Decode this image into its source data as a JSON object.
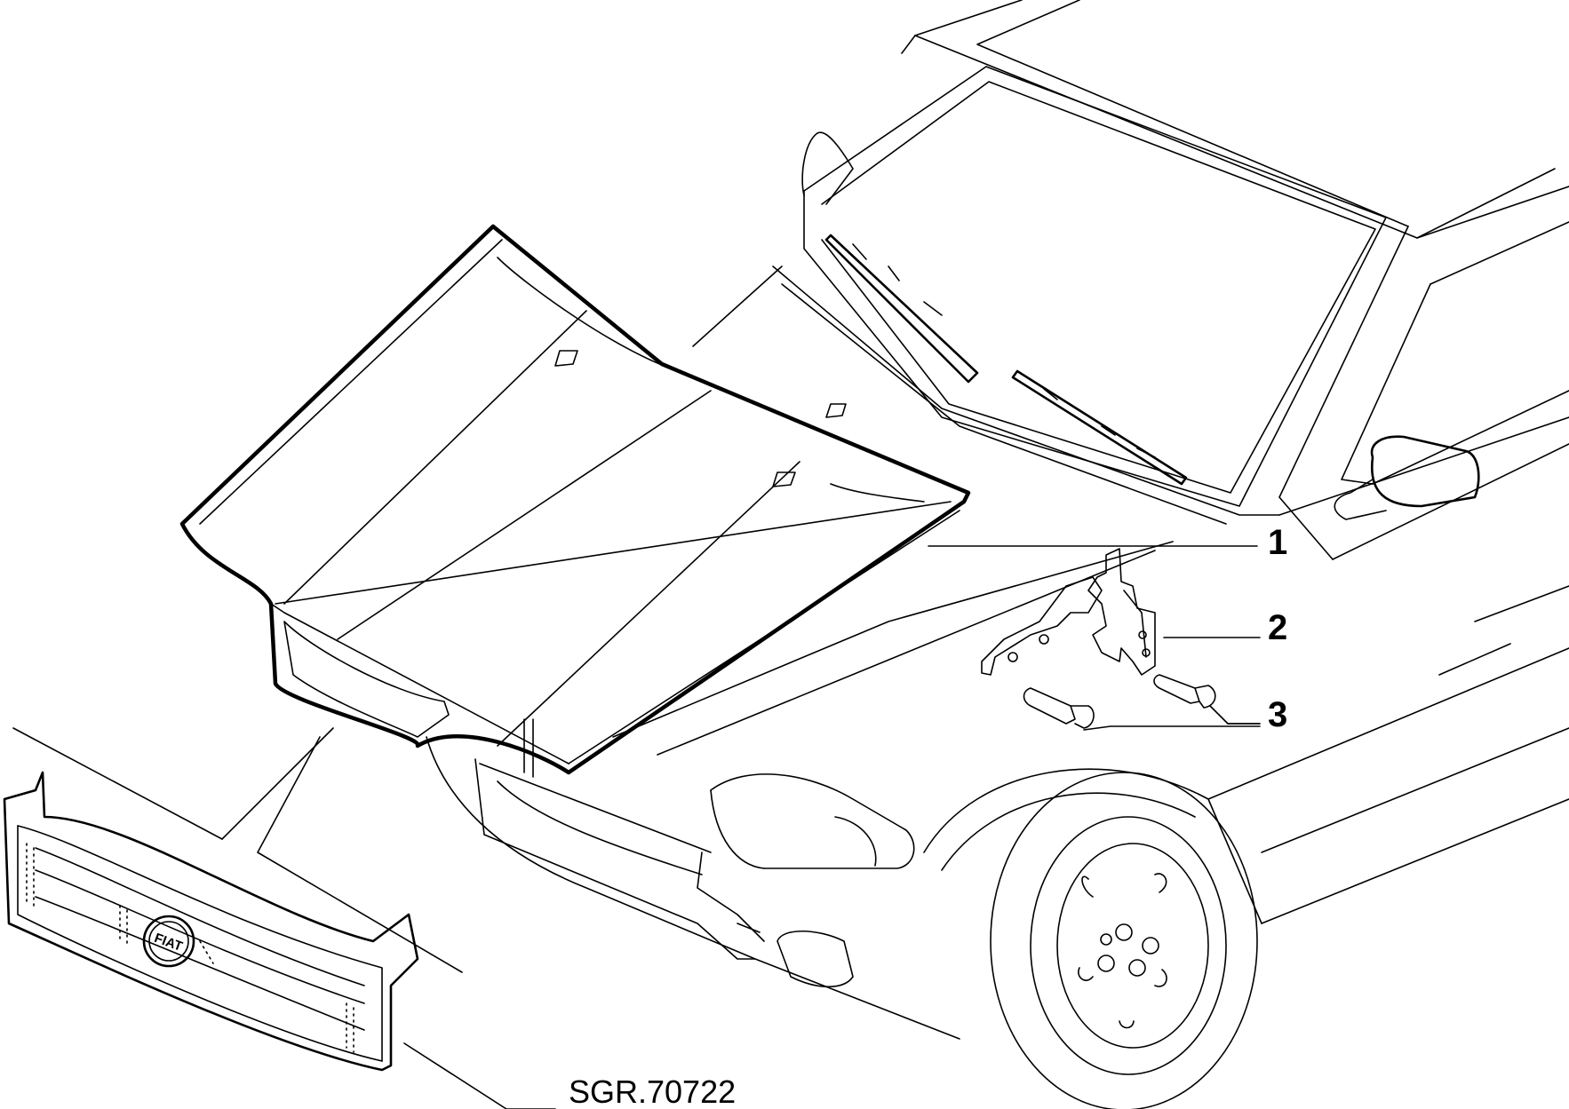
{
  "diagram": {
    "reference_code": "SGR.70722",
    "logo_text": "FIAT",
    "callouts": [
      {
        "id": "1",
        "label": "1"
      },
      {
        "id": "2",
        "label": "2"
      },
      {
        "id": "3",
        "label": "3"
      }
    ],
    "parts": [
      {
        "callout": "1",
        "icon": "bonnet-hood"
      },
      {
        "callout": "2",
        "icon": "hinge-bracket"
      },
      {
        "callout": "3",
        "icon": "bolts"
      }
    ]
  }
}
